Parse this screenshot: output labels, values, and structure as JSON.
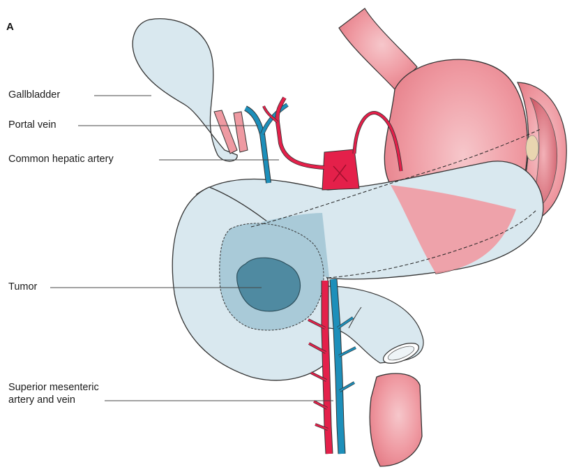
{
  "figure": {
    "panel_letter": "A",
    "labels": {
      "gallbladder": "Gallbladder",
      "portal_vein": "Portal vein",
      "common_hepatic_artery": "Common hepatic artery",
      "tumor": "Tumor",
      "sma_line1": "Superior mesenteric",
      "sma_line2": "artery and vein"
    }
  },
  "colors": {
    "pancreas_fill": "#d9e8ef",
    "tumor_margin": "#a9cad8",
    "tumor_core": "#4f8aa1",
    "stomach": "#ee8f98",
    "artery": "#e4204a",
    "vein": "#1d8fba",
    "outline": "#333333"
  }
}
